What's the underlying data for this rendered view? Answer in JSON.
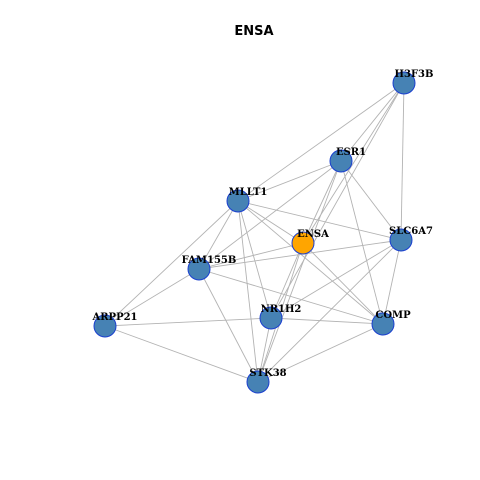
{
  "title": "ENSA",
  "colors": {
    "default_node": "#4682b4",
    "focus_node": "#ffa500",
    "node_border": "#1a3fcf",
    "edge": "#b3b3b3"
  },
  "nodes": [
    {
      "id": "H3F3B",
      "label": "H3F3B",
      "focus": false
    },
    {
      "id": "ESR1",
      "label": "ESR1",
      "focus": false
    },
    {
      "id": "MLLT1",
      "label": "MLLT1",
      "focus": false
    },
    {
      "id": "ENSA",
      "label": "ENSA",
      "focus": true
    },
    {
      "id": "SLC6A7",
      "label": "SLC6A7",
      "focus": false
    },
    {
      "id": "FAM155B",
      "label": "FAM155B",
      "focus": false
    },
    {
      "id": "ARPP21",
      "label": "ARPP21",
      "focus": false
    },
    {
      "id": "NR1H2",
      "label": "NR1H2",
      "focus": false
    },
    {
      "id": "COMP",
      "label": "COMP",
      "focus": false
    },
    {
      "id": "STK38",
      "label": "STK38",
      "focus": false
    }
  ],
  "edges": [
    [
      "H3F3B",
      "ESR1"
    ],
    [
      "H3F3B",
      "MLLT1"
    ],
    [
      "H3F3B",
      "ENSA"
    ],
    [
      "H3F3B",
      "SLC6A7"
    ],
    [
      "H3F3B",
      "NR1H2"
    ],
    [
      "ESR1",
      "MLLT1"
    ],
    [
      "ESR1",
      "ENSA"
    ],
    [
      "ESR1",
      "SLC6A7"
    ],
    [
      "ESR1",
      "FAM155B"
    ],
    [
      "ESR1",
      "COMP"
    ],
    [
      "ESR1",
      "STK38"
    ],
    [
      "MLLT1",
      "ENSA"
    ],
    [
      "MLLT1",
      "SLC6A7"
    ],
    [
      "MLLT1",
      "FAM155B"
    ],
    [
      "MLLT1",
      "ARPP21"
    ],
    [
      "MLLT1",
      "NR1H2"
    ],
    [
      "MLLT1",
      "COMP"
    ],
    [
      "MLLT1",
      "STK38"
    ],
    [
      "ENSA",
      "FAM155B"
    ],
    [
      "ENSA",
      "NR1H2"
    ],
    [
      "ENSA",
      "COMP"
    ],
    [
      "ENSA",
      "STK38"
    ],
    [
      "SLC6A7",
      "FAM155B"
    ],
    [
      "SLC6A7",
      "NR1H2"
    ],
    [
      "SLC6A7",
      "COMP"
    ],
    [
      "SLC6A7",
      "STK38"
    ],
    [
      "FAM155B",
      "ARPP21"
    ],
    [
      "FAM155B",
      "COMP"
    ],
    [
      "FAM155B",
      "STK38"
    ],
    [
      "ARPP21",
      "NR1H2"
    ],
    [
      "ARPP21",
      "STK38"
    ],
    [
      "NR1H2",
      "COMP"
    ],
    [
      "NR1H2",
      "STK38"
    ],
    [
      "COMP",
      "STK38"
    ]
  ]
}
